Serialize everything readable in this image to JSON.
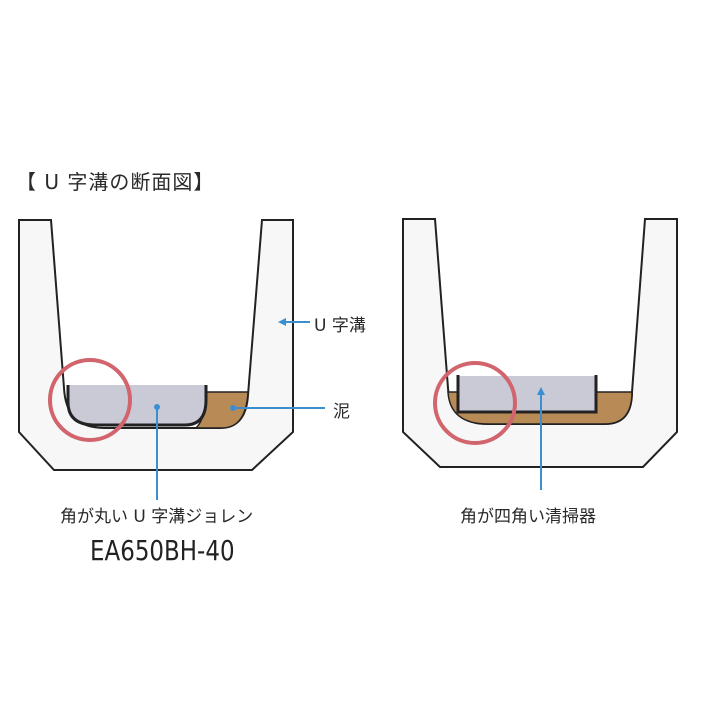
{
  "title": "【 U 字溝の断面図】",
  "left_diagram": {
    "label_channel": "U 字溝",
    "label_mud": "泥",
    "label_tool": "角が丸い U 字溝ジョレン",
    "model_number": "EA650BH-40"
  },
  "right_diagram": {
    "label_tool": "角が四角い清掃器"
  },
  "colors": {
    "channel_fill": "#f7f7f7",
    "outline": "#222222",
    "tool_fill": "#c9cad6",
    "mud_fill": "#b88a55",
    "highlight_circle": "#d1646c",
    "pointer": "#3a8fd0"
  }
}
